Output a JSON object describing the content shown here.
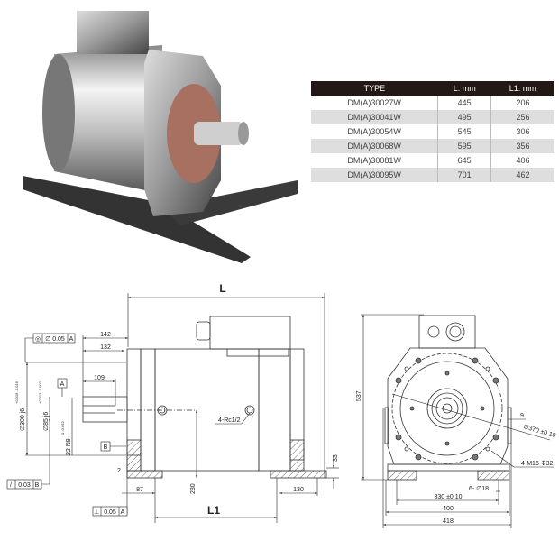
{
  "spec_table": {
    "headers": [
      "TYPE",
      "L: mm",
      "L1: mm"
    ],
    "rows": [
      [
        "DM(A)30027W",
        "445",
        "206"
      ],
      [
        "DM(A)30041W",
        "495",
        "256"
      ],
      [
        "DM(A)30054W",
        "545",
        "306"
      ],
      [
        "DM(A)30068W",
        "595",
        "356"
      ],
      [
        "DM(A)30081W",
        "645",
        "406"
      ],
      [
        "DM(A)30095W",
        "701",
        "462"
      ]
    ]
  },
  "side_view": {
    "L": "L",
    "L1": "L1",
    "d142": "142",
    "d132": "132",
    "d109": "109",
    "d300": "∅300 j6",
    "d300_tol": "+0.016 -0.016",
    "d85": "∅85 j6",
    "d85_tol": "+0.013 -0.002",
    "d22": "22 N9",
    "d22_tol": "0 -0.052",
    "d2": "2",
    "d87": "87",
    "d230": "230",
    "d130": "130",
    "d33": "33",
    "port": "4-Rc1/2",
    "datum_a": "A",
    "datum_b": "B",
    "tol_concentric": [
      "◎",
      "∅ 0.05",
      "A"
    ],
    "tol_runout": [
      "/",
      "0.03",
      "B"
    ],
    "tol_perp": [
      "⊥",
      "0.05",
      "A"
    ]
  },
  "front_view": {
    "d537": "537",
    "d9": "9",
    "d370": "∅370 ±0.10",
    "thread": "4-M16 ↧32",
    "holes": "6- ∅18",
    "d330": "330 ±0.10",
    "d400": "400",
    "d418": "418"
  }
}
